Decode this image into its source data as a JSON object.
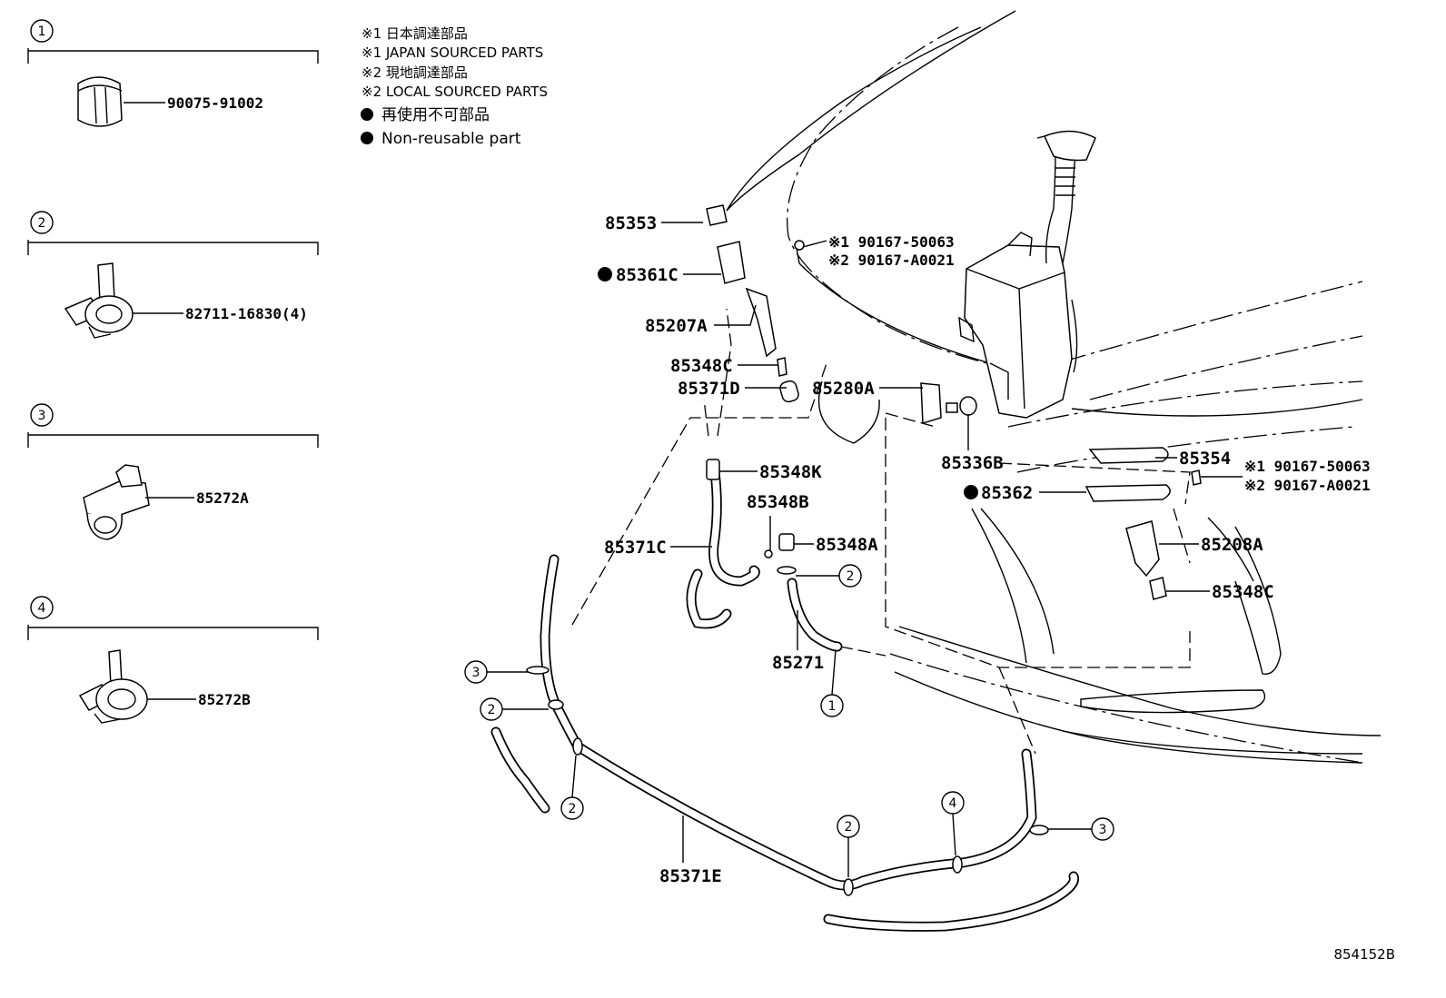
{
  "notes": {
    "japan_jp": "※1 日本調達部品",
    "japan_en": "※1 JAPAN SOURCED PARTS",
    "local_jp": "※2 現地調達部品",
    "local_en": "※2 LOCAL SOURCED PARTS",
    "nonreusable_jp": "再使用不可部品",
    "nonreusable_en": "Non-reusable part"
  },
  "legend": [
    {
      "num": "1",
      "part": "90075-91002"
    },
    {
      "num": "2",
      "part": "82711-16830(4)"
    },
    {
      "num": "3",
      "part": "85272A"
    },
    {
      "num": "4",
      "part": "85272B"
    }
  ],
  "parts": {
    "p85353": "85353",
    "p85361c": "85361C",
    "p85207a": "85207A",
    "p85348c_left": "85348C",
    "p85371d": "85371D",
    "p85280a": "85280A",
    "p85348k": "85348K",
    "p85348b": "85348B",
    "p85371c": "85371C",
    "p85348a": "85348A",
    "p85271": "85271",
    "p85371e": "85371E",
    "p85336b": "85336B",
    "p85362": "85362",
    "p85354": "85354",
    "p85208a": "85208A",
    "p85348c_right": "85348C",
    "bolt_top_1": "※1 90167-50063",
    "bolt_top_2": "※2 90167-A0021",
    "bolt_right_1": "※1 90167-50063",
    "bolt_right_2": "※2 90167-A0021"
  },
  "callouts": {
    "c_85348a": "2",
    "c_85271": "1",
    "c_left_3": "3",
    "c_left_2a": "2",
    "c_left_2b": "2",
    "c_bottom_2": "2",
    "c_bottom_4": "4",
    "c_right_3": "3"
  },
  "figure_id": "854152B"
}
